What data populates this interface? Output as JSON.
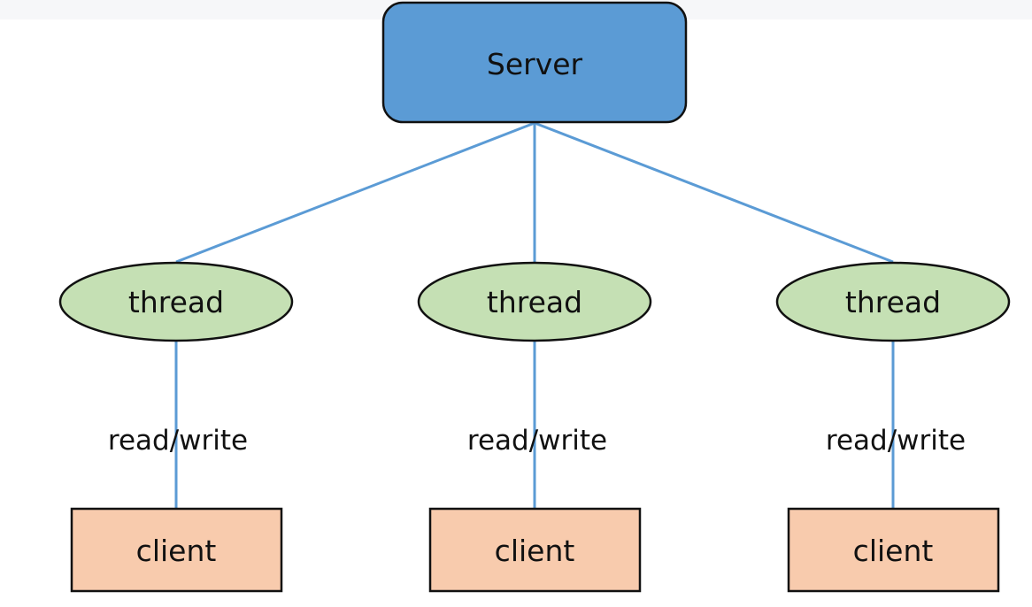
{
  "server": {
    "label": "Server",
    "fill": "#5b9bd5",
    "stroke": "#111111"
  },
  "threads": [
    {
      "label": "thread",
      "edge_label": "read/write",
      "client_label": "client"
    },
    {
      "label": "thread",
      "edge_label": "read/write",
      "client_label": "client"
    },
    {
      "label": "thread",
      "edge_label": "read/write",
      "client_label": "client"
    }
  ],
  "colors": {
    "thread_fill": "#c5e0b4",
    "client_fill": "#f8cbad",
    "connector": "#5b9bd5",
    "outline": "#111111"
  }
}
